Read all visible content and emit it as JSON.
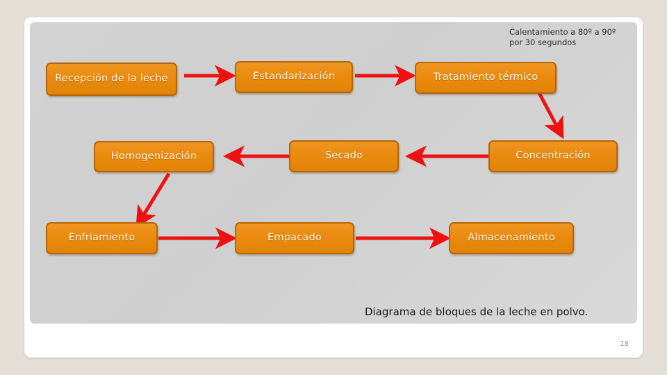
{
  "slide": {
    "page_number": "18",
    "caption": "Diagrama de bloques de la leche en polvo.",
    "annotation": "Calentamiento a 80º a 90º por 30 segundos",
    "colors": {
      "node_fill": "#e9890d",
      "node_border": "#b5650a",
      "node_text": "#fdf6e8",
      "arrow": "#ee1111",
      "panel_bg": "#d2d2d2",
      "slide_bg": "#ffffff",
      "page_bg": "#e3ded6"
    }
  },
  "diagram": {
    "type": "block-flow",
    "nodes": [
      {
        "id": "recepcion",
        "label": "Recepción de la leche",
        "row": 1,
        "col": 1
      },
      {
        "id": "estandarizacion",
        "label": "Estandarización",
        "row": 1,
        "col": 2
      },
      {
        "id": "tratamiento",
        "label": "Tratamiento térmico",
        "row": 1,
        "col": 3
      },
      {
        "id": "concentracion",
        "label": "Concentración",
        "row": 2,
        "col": 3
      },
      {
        "id": "secado",
        "label": "Secado",
        "row": 2,
        "col": 2
      },
      {
        "id": "homogenizacion",
        "label": "Homogenización",
        "row": 2,
        "col": 1
      },
      {
        "id": "enfriamiento",
        "label": "Enfriamiento",
        "row": 3,
        "col": 1
      },
      {
        "id": "empacado",
        "label": "Empacado",
        "row": 3,
        "col": 2
      },
      {
        "id": "almacenamiento",
        "label": "Almacenamiento",
        "row": 3,
        "col": 3
      }
    ],
    "edges": [
      {
        "from": "recepcion",
        "to": "estandarizacion",
        "direction": "right"
      },
      {
        "from": "estandarizacion",
        "to": "tratamiento",
        "direction": "right"
      },
      {
        "from": "tratamiento",
        "to": "concentracion",
        "direction": "down"
      },
      {
        "from": "concentracion",
        "to": "secado",
        "direction": "left"
      },
      {
        "from": "secado",
        "to": "homogenizacion",
        "direction": "left"
      },
      {
        "from": "homogenizacion",
        "to": "enfriamiento",
        "direction": "down"
      },
      {
        "from": "enfriamiento",
        "to": "empacado",
        "direction": "right"
      },
      {
        "from": "empacado",
        "to": "almacenamiento",
        "direction": "right"
      }
    ]
  }
}
